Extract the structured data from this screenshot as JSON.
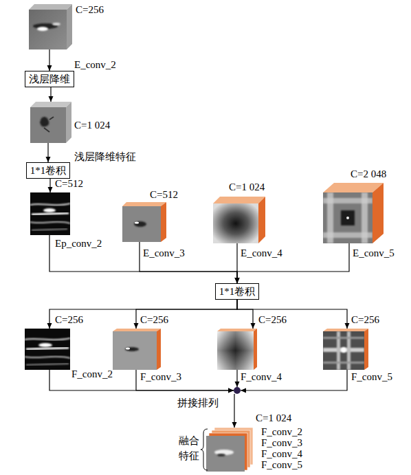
{
  "diagram": {
    "nodes": [
      {
        "text": [
          "C=256",
          "E_conv_2"
        ]
      },
      {
        "text": [
          "浅层降维"
        ]
      },
      {
        "text": [
          "C=1 024",
          "浅层降维特征"
        ]
      },
      {
        "text": [
          "1*1卷积"
        ]
      },
      {
        "text": [
          "C=512",
          "Ep_conv_2"
        ]
      },
      {
        "text": [
          "C=512",
          "E_conv_3"
        ]
      },
      {
        "text": [
          "C=1 024",
          "E_conv_4"
        ]
      },
      {
        "text": [
          "C=2 048",
          "E_conv_5"
        ]
      },
      {
        "text": [
          "1*1卷积"
        ]
      },
      {
        "text": [
          "C=256",
          "F_conv_2"
        ]
      },
      {
        "text": [
          "C=256",
          "F_conv_3"
        ]
      },
      {
        "text": [
          "C=256",
          "F_conv_4"
        ]
      },
      {
        "text": [
          "C=256",
          "F_conv_5"
        ]
      },
      {
        "text": [
          "拼接排列"
        ]
      },
      {
        "text": [
          "C=1 024",
          "融合 特征",
          "F_conv_2",
          "F_conv_3",
          "F_conv_4",
          "F_conv_5"
        ]
      }
    ],
    "edges": [
      {
        "from": 0,
        "to": 1,
        "arrow": "to"
      },
      {
        "from": 1,
        "to": 2,
        "arrow": "to"
      },
      {
        "from": 2,
        "to": 3,
        "arrow": "to"
      },
      {
        "from": 3,
        "to": 4,
        "arrow": "to"
      },
      {
        "from": 4,
        "to": 8,
        "arrow": "to"
      },
      {
        "from": 5,
        "to": 8,
        "arrow": "to"
      },
      {
        "from": 6,
        "to": 8,
        "arrow": "to"
      },
      {
        "from": 7,
        "to": 8,
        "arrow": "to"
      },
      {
        "from": 8,
        "to": 9,
        "arrow": "to"
      },
      {
        "from": 8,
        "to": 10,
        "arrow": "to"
      },
      {
        "from": 8,
        "to": 11,
        "arrow": "to"
      },
      {
        "from": 8,
        "to": 12,
        "arrow": "to"
      },
      {
        "from": 9,
        "to": 13,
        "arrow": "to"
      },
      {
        "from": 10,
        "to": 13,
        "arrow": "to"
      },
      {
        "from": 11,
        "to": 13,
        "arrow": "to"
      },
      {
        "from": 12,
        "to": 13,
        "arrow": "to"
      },
      {
        "from": 13,
        "to": 14,
        "arrow": "to"
      }
    ]
  }
}
